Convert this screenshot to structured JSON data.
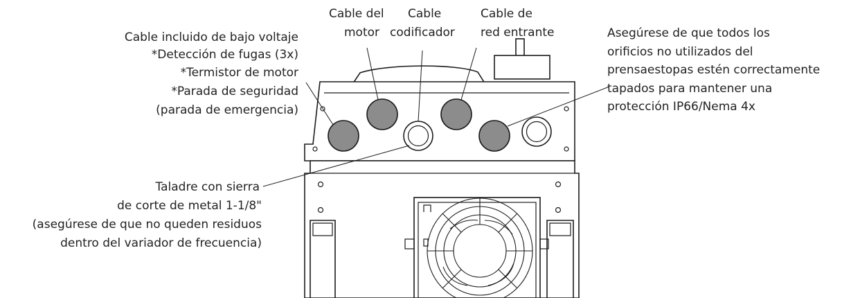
{
  "labels": {
    "motor_cable": [
      "Cable del",
      "motor"
    ],
    "encoder_cable": [
      "Cable",
      "codificador"
    ],
    "mains_cable": [
      "Cable de",
      "red entrante"
    ],
    "low_voltage": [
      "Cable incluido de bajo voltaje",
      "*Detección de fugas (3x)",
      "*Termistor de motor",
      "*Parada de seguridad",
      "(parada de emergencia)"
    ],
    "unused_holes": [
      "Asegúrese de que todos los",
      "orificios no utilizados del",
      "prensaestopas estén correctamente",
      "tapados para mantener una",
      "protección IP66/Nema 4x"
    ],
    "drill": [
      "Taladre con sierra",
      "de corte de metal 1-1/8\"",
      "(asegúrese de que no queden residuos",
      "dentro del variador de frecuencia)"
    ]
  },
  "colors": {
    "plug_fill": "#8c8c8c",
    "line": "#1a1a1a",
    "text": "#222222"
  }
}
